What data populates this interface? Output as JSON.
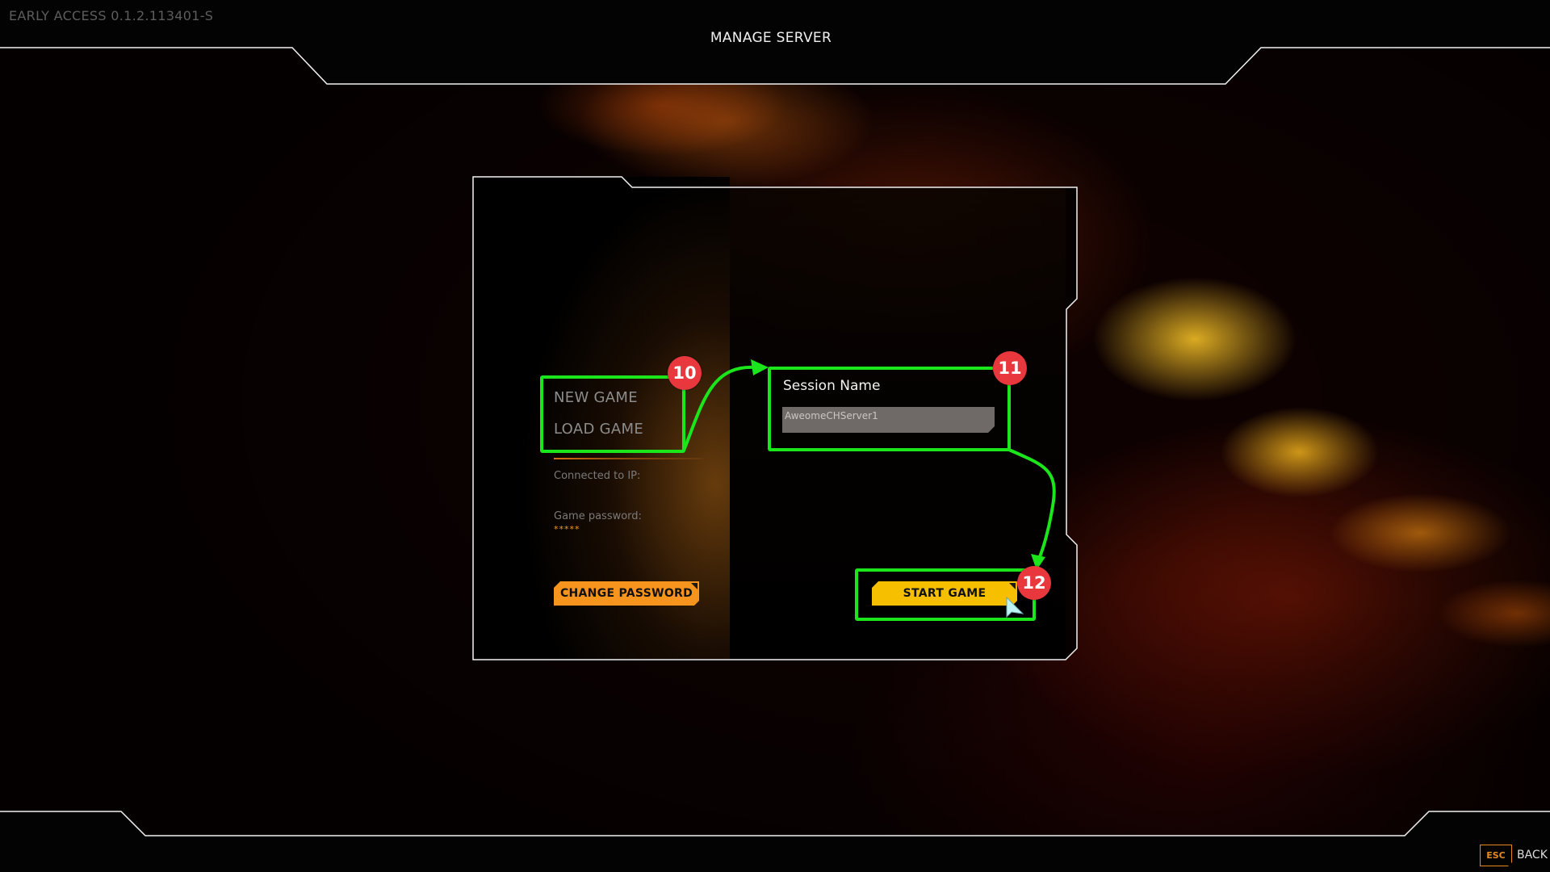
{
  "header": {
    "version": "EARLY ACCESS 0.1.2.113401-S",
    "title": "MANAGE SERVER"
  },
  "menu": {
    "items": [
      {
        "label": "NEW GAME"
      },
      {
        "label": "LOAD GAME"
      }
    ]
  },
  "info": {
    "connected_label": "Connected to IP:",
    "password_label": "Game password:",
    "password_masked": "*****"
  },
  "buttons": {
    "change_password": "CHANGE PASSWORD",
    "start_game": "START GAME"
  },
  "session": {
    "label": "Session Name",
    "value": "AweomeCHServer1"
  },
  "annotations": [
    {
      "number": "10"
    },
    {
      "number": "11"
    },
    {
      "number": "12"
    }
  ],
  "footer": {
    "esc_key": "ESC",
    "back_label": "BACK"
  },
  "colors": {
    "accent_orange": "#f7941d",
    "start_yellow": "#f6bf00",
    "annotation_green": "#1be51b",
    "badge_red": "#e8383d",
    "frame_white": "#f2f2f2"
  }
}
